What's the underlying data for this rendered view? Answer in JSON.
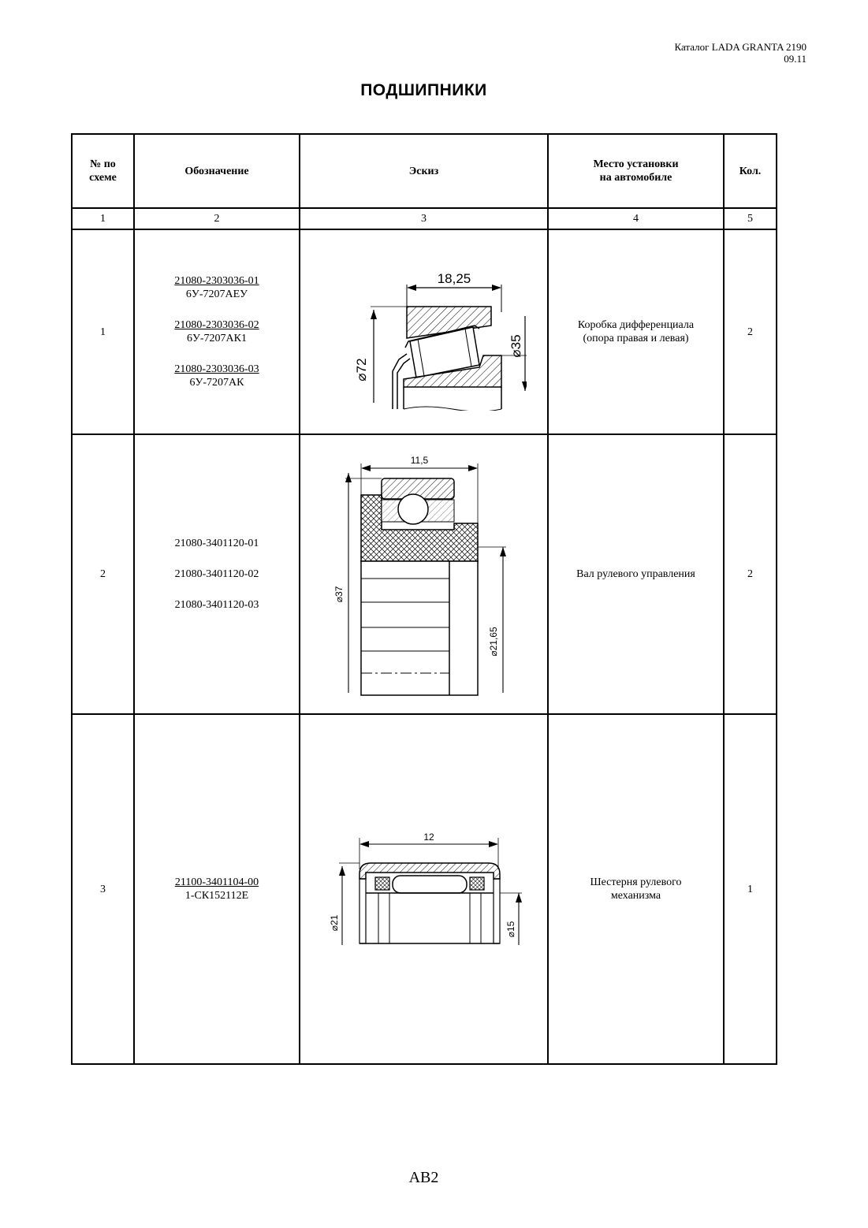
{
  "header": {
    "catalog": "Каталог LADA GRANTA 2190",
    "date": "09.11"
  },
  "title": "ПОДШИПНИКИ",
  "columns": [
    "№ по схеме",
    "Обозначение",
    "Эскиз",
    "Место установки на автомобиле",
    "Кол."
  ],
  "column_numbers": [
    "1",
    "2",
    "3",
    "4",
    "5"
  ],
  "rows": [
    {
      "num": "1",
      "parts": [
        {
          "pn": "21080-2303036-01",
          "code": "6У-7207АЕУ"
        },
        {
          "pn": "21080-2303036-02",
          "code": "6У-7207АК1"
        },
        {
          "pn": "21080-2303036-03",
          "code": "6У-7207АК"
        }
      ],
      "dims": {
        "width": "18,25",
        "outer": "⌀72",
        "inner": "⌀35"
      },
      "place": [
        "Коробка дифференциала",
        "(опора правая и левая)"
      ],
      "qty": "2"
    },
    {
      "num": "2",
      "parts": [
        {
          "pn": "21080-3401120-01"
        },
        {
          "pn": "21080-3401120-02"
        },
        {
          "pn": "21080-3401120-03"
        }
      ],
      "dims": {
        "width": "11,5",
        "outer": "⌀37",
        "inner": "⌀21,65"
      },
      "place": [
        "Вал рулевого управления"
      ],
      "qty": "2"
    },
    {
      "num": "3",
      "parts": [
        {
          "pn": "21100-3401104-00",
          "code": "1-СК152112Е"
        }
      ],
      "dims": {
        "width": "12",
        "outer": "⌀21",
        "inner": "⌀15"
      },
      "place": [
        "Шестерня рулевого",
        "механизма"
      ],
      "qty": "1"
    }
  ],
  "page": "АВ2"
}
